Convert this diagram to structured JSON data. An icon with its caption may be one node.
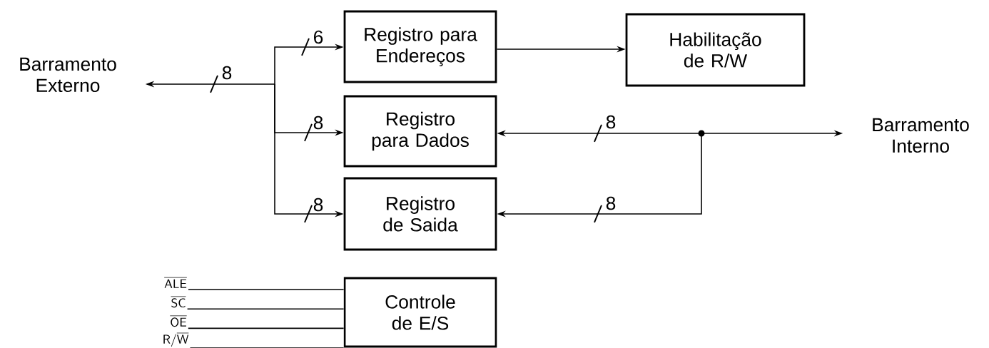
{
  "diagram": {
    "nodes": [
      {
        "text": [
          "Barramento Externo"
        ]
      },
      {
        "text": [
          "Registro para Endereços"
        ]
      },
      {
        "text": [
          "Habilitação de R/W"
        ]
      },
      {
        "text": [
          "Registro para Dados"
        ]
      },
      {
        "text": [
          "Registro de Saida"
        ]
      },
      {
        "text": [
          "Barramento Interno"
        ]
      },
      {
        "text": [
          "Controle de E/S"
        ]
      },
      {
        "text": [
          "\\overline{\\mathsf{ALE}}"
        ]
      },
      {
        "text": [
          "\\overline{\\mathsf{SC}}"
        ]
      },
      {
        "text": [
          "\\overline{\\mathsf{OE}}"
        ]
      },
      {
        "text": [
          "\\mathsf{R/\\overline{W}}"
        ]
      }
    ],
    "edges": [
      {
        "from": 0,
        "to": 1,
        "arrow": "both",
        "label": "6"
      },
      {
        "from": 0,
        "to": 3,
        "arrow": "both",
        "label": "8"
      },
      {
        "from": 0,
        "to": 4,
        "arrow": "both",
        "label": "8"
      },
      {
        "from": 1,
        "to": 2,
        "arrow": "to"
      },
      {
        "from": 5,
        "to": 3,
        "arrow": "both",
        "label": "8"
      },
      {
        "from": 5,
        "to": 4,
        "arrow": "both",
        "label": "8"
      },
      {
        "from": 7,
        "to": 6,
        "arrow": "none"
      },
      {
        "from": 8,
        "to": 6,
        "arrow": "none"
      },
      {
        "from": 9,
        "to": 6,
        "arrow": "none"
      },
      {
        "from": 10,
        "to": 6,
        "arrow": "none"
      }
    ],
    "labels": [
      "8"
    ]
  }
}
